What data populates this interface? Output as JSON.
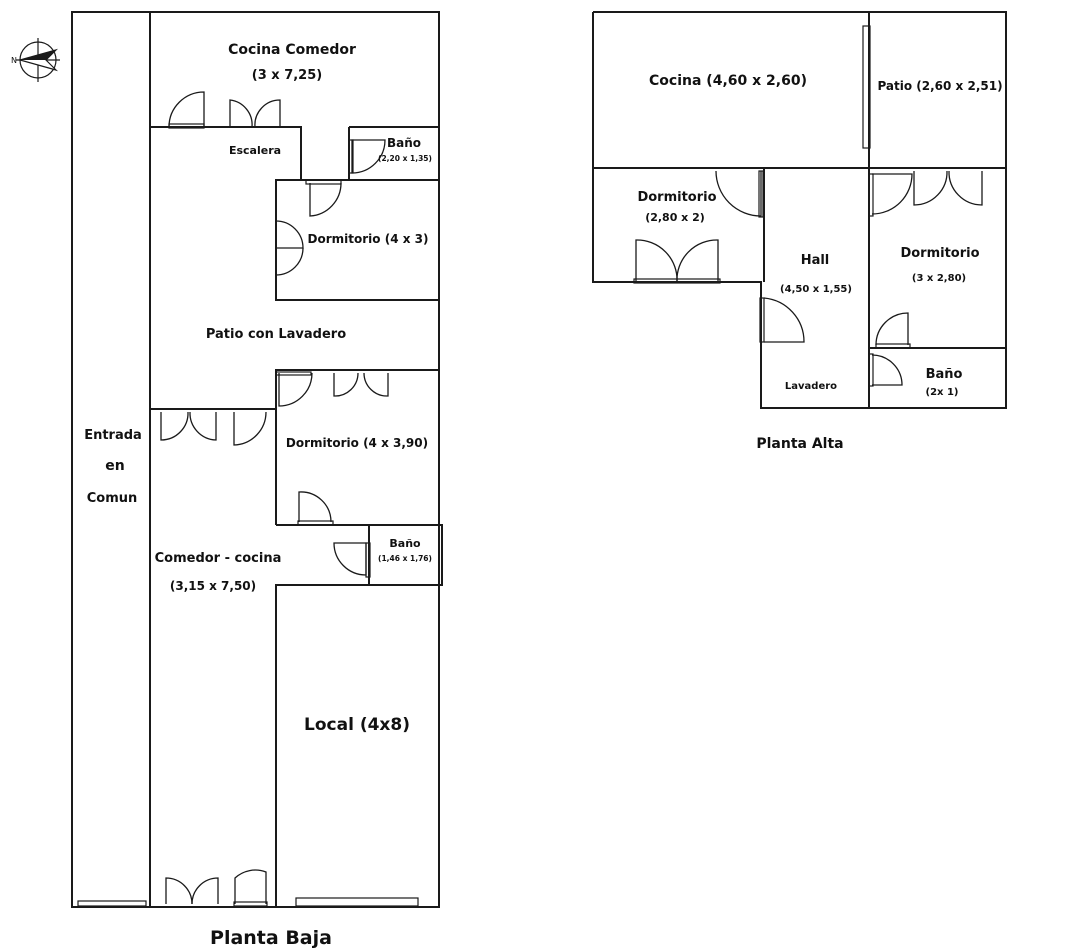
{
  "compass": {
    "letter": "N"
  },
  "planta_baja": {
    "title": "Planta Baja",
    "entrada": [
      "Entrada",
      "en",
      "Comun"
    ],
    "cocina_comedor": {
      "name": "Cocina Comedor",
      "dims": "(3 x 7,25)"
    },
    "escalera": "Escalera",
    "bano_1": {
      "name": "Baño",
      "dims": "(2,20 x 1,35)"
    },
    "dormitorio_1": "Dormitorio (4 x 3)",
    "patio": "Patio con Lavadero",
    "dormitorio_2": "Dormitorio (4 x 3,90)",
    "bano_2": {
      "name": "Baño",
      "dims": "(1,46 x 1,76)"
    },
    "comedor_cocina": {
      "name": "Comedor - cocina",
      "dims": "(3,15 x 7,50)"
    },
    "local": "Local (4x8)"
  },
  "planta_alta": {
    "title": "Planta Alta",
    "cocina": "Cocina (4,60 x 2,60)",
    "patio": "Patio (2,60 x 2,51)",
    "dormitorio_1": {
      "name": "Dormitorio",
      "dims": "(2,80 x 2)"
    },
    "hall": {
      "name": "Hall",
      "dims": "(4,50 x 1,55)"
    },
    "dormitorio_2": {
      "name": "Dormitorio",
      "dims": "(3 x 2,80)"
    },
    "lavadero": "Lavadero",
    "bano": {
      "name": "Baño",
      "dims": "(2x 1)"
    }
  }
}
